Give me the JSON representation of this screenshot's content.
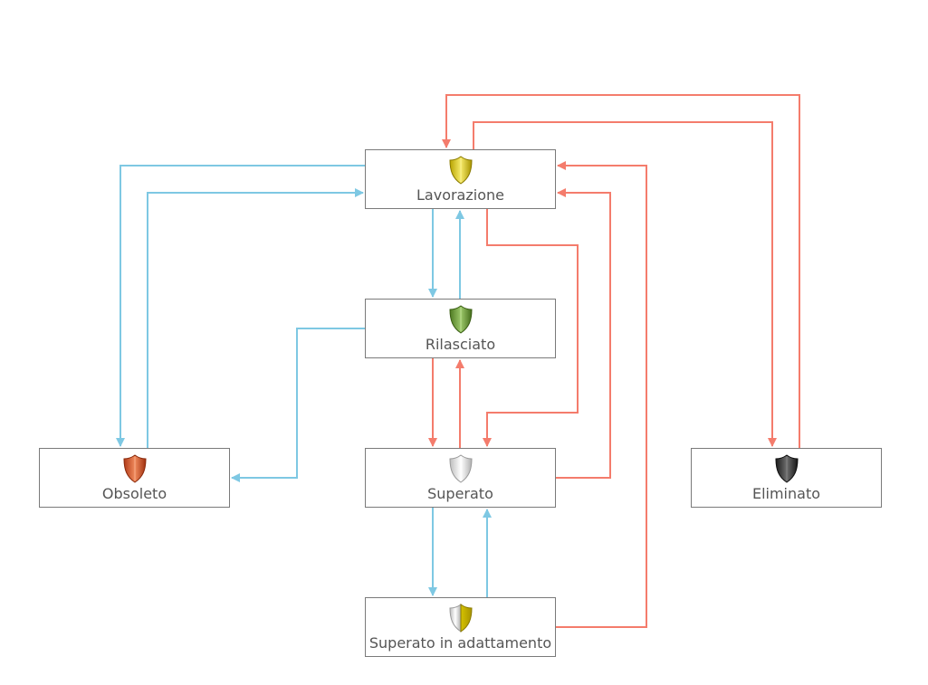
{
  "colors": {
    "blue_transition": "#7ec8e3",
    "red_transition": "#f47c6c",
    "box_border": "#7a7a7a",
    "label_text": "#555555"
  },
  "states": [
    {
      "id": "lavorazione",
      "label": "Lavorazione",
      "icon": "shield-yellow-icon"
    },
    {
      "id": "rilasciato",
      "label": "Rilasciato",
      "icon": "shield-green-icon"
    },
    {
      "id": "superato",
      "label": "Superato",
      "icon": "shield-white-icon"
    },
    {
      "id": "obsoleto",
      "label": "Obsoleto",
      "icon": "shield-red-icon"
    },
    {
      "id": "eliminato",
      "label": "Eliminato",
      "icon": "shield-black-icon"
    },
    {
      "id": "adattamento",
      "label": "Superato in adattamento",
      "icon": "shield-white-yellow-icon"
    }
  ],
  "transitions": [
    {
      "from": "lavorazione",
      "to": "obsoleto",
      "color": "blue"
    },
    {
      "from": "obsoleto",
      "to": "lavorazione",
      "color": "blue"
    },
    {
      "from": "lavorazione",
      "to": "rilasciato",
      "color": "blue"
    },
    {
      "from": "rilasciato",
      "to": "lavorazione",
      "color": "blue"
    },
    {
      "from": "rilasciato",
      "to": "obsoleto",
      "color": "blue"
    },
    {
      "from": "superato",
      "to": "adattamento",
      "color": "blue"
    },
    {
      "from": "adattamento",
      "to": "superato",
      "color": "blue"
    },
    {
      "from": "rilasciato",
      "to": "superato",
      "color": "red"
    },
    {
      "from": "superato",
      "to": "rilasciato",
      "color": "red"
    },
    {
      "from": "lavorazione",
      "to": "superato",
      "color": "red"
    },
    {
      "from": "superato",
      "to": "lavorazione",
      "color": "red"
    },
    {
      "from": "adattamento",
      "to": "lavorazione",
      "color": "red"
    },
    {
      "from": "eliminato",
      "to": "lavorazione",
      "color": "red"
    },
    {
      "from": "lavorazione",
      "to": "eliminato",
      "color": "red"
    }
  ]
}
